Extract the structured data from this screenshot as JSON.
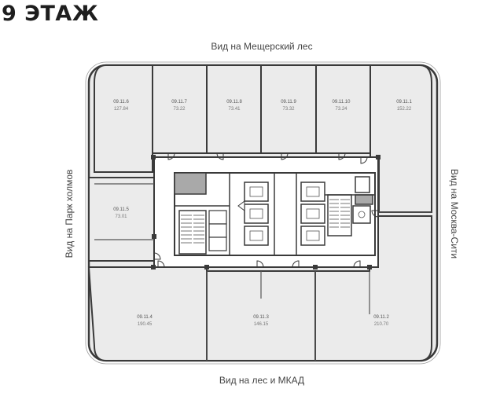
{
  "floor": {
    "title": "9 ЭТАЖ"
  },
  "views": {
    "north": "Вид на Мещерский лес",
    "south": "Вид на лес и МКАД",
    "west": "Вид на Парк холмов",
    "east": "Вид на Москва-Сити"
  },
  "apartments": [
    {
      "id": "apt-09-11-6",
      "number": "09.11.6",
      "area": "127.84"
    },
    {
      "id": "apt-09-11-7",
      "number": "09.11.7",
      "area": "73.22"
    },
    {
      "id": "apt-09-11-8",
      "number": "09.11.8",
      "area": "73.41"
    },
    {
      "id": "apt-09-11-9",
      "number": "09.11.9",
      "area": "73.32"
    },
    {
      "id": "apt-09-11-10",
      "number": "09.11.10",
      "area": "73.24"
    },
    {
      "id": "apt-09-11-1",
      "number": "09.11.1",
      "area": "152.22"
    },
    {
      "id": "apt-09-11-5",
      "number": "09.11.5",
      "area": "73.01"
    },
    {
      "id": "apt-09-11-4",
      "number": "09.11.4",
      "area": "190.45"
    },
    {
      "id": "apt-09-11-3",
      "number": "09.11.3",
      "area": "146.15"
    },
    {
      "id": "apt-09-11-2",
      "number": "09.11.2",
      "area": "210.70"
    }
  ],
  "colors": {
    "apartment_fill": "#ebebeb",
    "core_fill": "#ffffff",
    "wall": "#3a3a3a",
    "window_line": "#9a9a9a",
    "shaft_fill": "#a9a9a9"
  }
}
